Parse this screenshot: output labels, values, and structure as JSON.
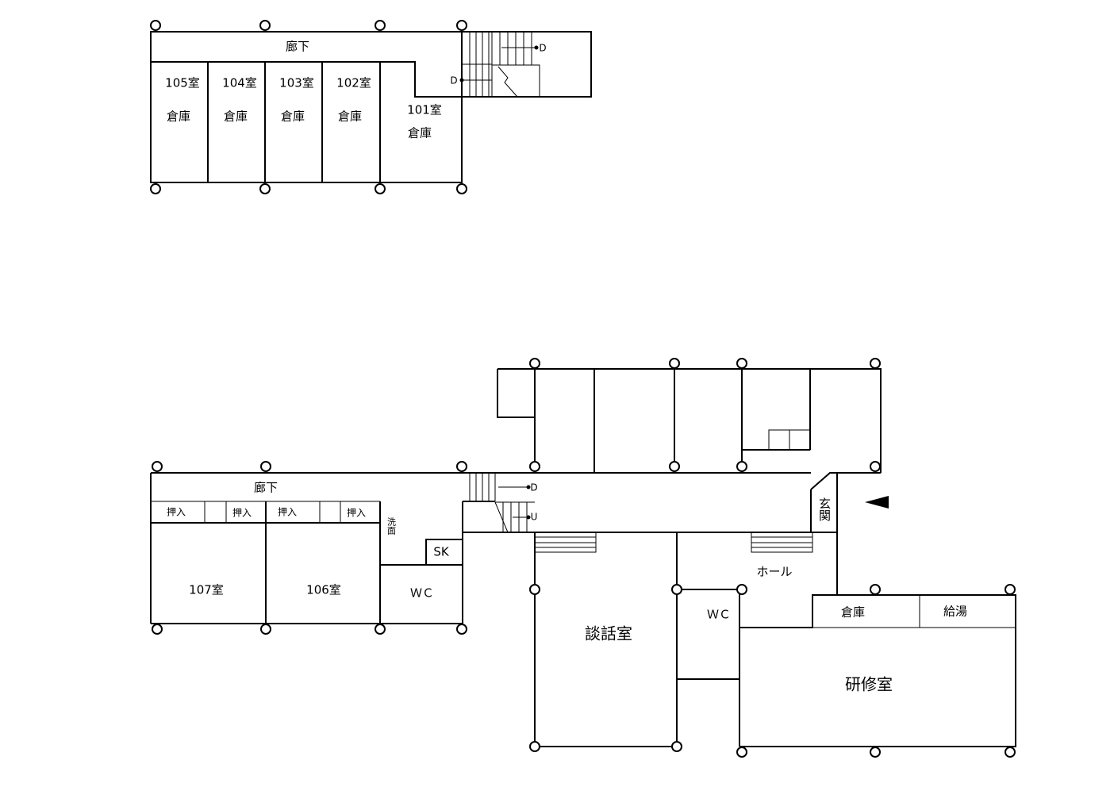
{
  "upper_floor": {
    "corridor": "廊下",
    "rooms": [
      {
        "name": "105室",
        "use": "倉庫"
      },
      {
        "name": "104室",
        "use": "倉庫"
      },
      {
        "name": "103室",
        "use": "倉庫"
      },
      {
        "name": "102室",
        "use": "倉庫"
      },
      {
        "name": "101室",
        "use": "倉庫"
      }
    ],
    "stair_marks": [
      "D",
      "D"
    ]
  },
  "lower_floor": {
    "corridor": "廊下",
    "closets": [
      "押入",
      "押入",
      "押入",
      "押入"
    ],
    "washroom": "洗面",
    "sink": "SK",
    "rooms": [
      "107室",
      "106室"
    ],
    "wc_left": "ＷＣ",
    "wc_center": "ＷＣ",
    "lounge": "談話室",
    "hall": "ホール",
    "entrance": "玄関",
    "storage": "倉庫",
    "kitchenette": "給湯",
    "training_room": "研修室",
    "stair_marks": [
      "D",
      "U"
    ]
  },
  "entrance_arrow_icon": "triangle-left-icon"
}
